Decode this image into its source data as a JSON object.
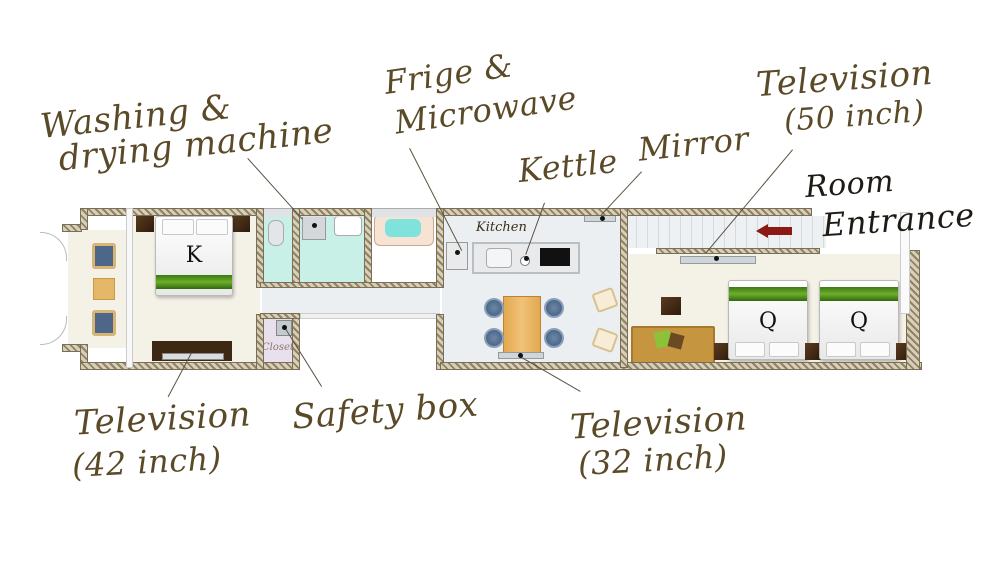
{
  "diagram": {
    "type": "apartment floor plan",
    "colors": {
      "label_text": "#5b4a28",
      "entrance_text": "#1e1a14",
      "bed_band_green": "#4a8a1c",
      "arrow_red": "#8b1a14",
      "wall": "#b8ab8c"
    },
    "callouts": {
      "washing": {
        "line1": "Washing &",
        "line2": "drying machine"
      },
      "fridge": {
        "line1": "Frige &",
        "line2": "Microwave"
      },
      "kettle": {
        "text": "Kettle"
      },
      "mirror": {
        "text": "Mirror"
      },
      "tv50": {
        "line1": "Television",
        "line2": "(50 inch)"
      },
      "entrance": {
        "line1": "Room",
        "line2": "Entrance"
      },
      "tv42": {
        "line1": "Television",
        "line2": "(42 inch)"
      },
      "safety": {
        "text": "Safety box"
      },
      "tv32": {
        "line1": "Television",
        "line2": "(32 inch)"
      }
    },
    "rooms": {
      "kitchen_label": "Kitchen",
      "closet_label": "Closet"
    },
    "beds": [
      {
        "letter": "K",
        "size": "King"
      },
      {
        "letter": "Q",
        "size": "Queen"
      },
      {
        "letter": "Q",
        "size": "Queen"
      }
    ],
    "icons": {
      "entrance_arrow": "left-arrow-icon"
    }
  }
}
